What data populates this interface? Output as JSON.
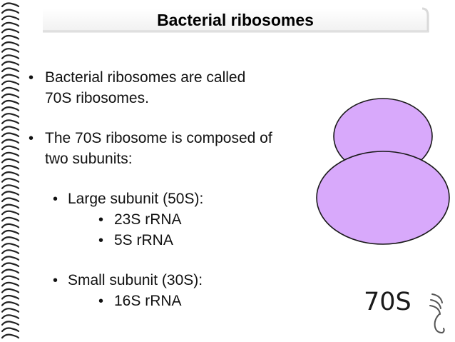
{
  "slide": {
    "title": "Bacterial ribosomes",
    "bullets": [
      {
        "marker": "•",
        "lines": [
          "Bacterial ribosomes are called",
          "70S ribosomes."
        ]
      },
      {
        "marker": "•",
        "lines": [
          "The 70S ribosome is composed of",
          "two subunits:"
        ]
      }
    ],
    "subunits": [
      {
        "marker": "•",
        "label": "Large subunit (50S):",
        "components": [
          "23S rRNA",
          "5S rRNA"
        ]
      },
      {
        "marker": "•",
        "label": "Small subunit (30S):",
        "components": [
          "16S rRNA"
        ]
      }
    ],
    "figure": {
      "label": "70S",
      "fill_color": "#d8a9fb",
      "stroke_color": "#1a1a1a"
    }
  }
}
